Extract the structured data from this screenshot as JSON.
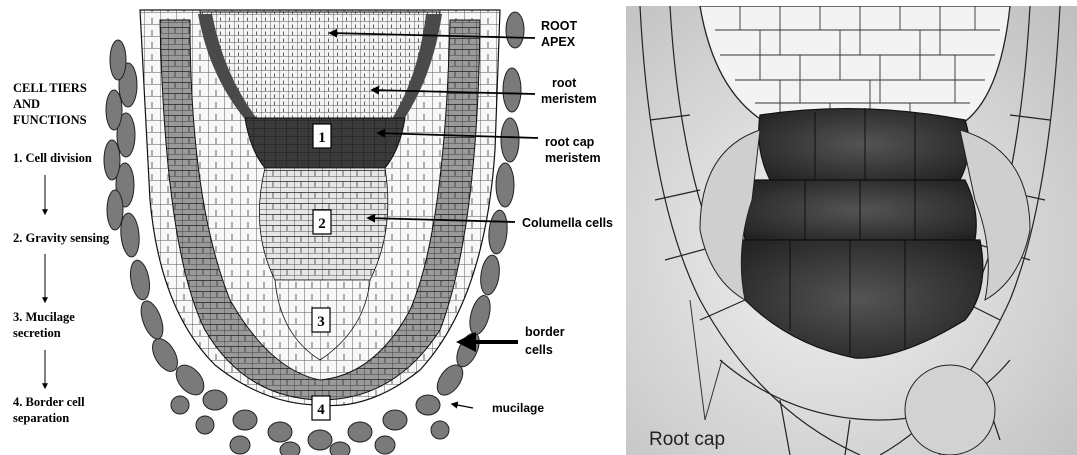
{
  "left_panel": {
    "heading_lines": [
      "CELL TIERS",
      "AND",
      "FUNCTIONS"
    ],
    "functions": [
      {
        "lines": [
          "1. Cell division"
        ]
      },
      {
        "lines": [
          "2. Gravity sensing"
        ]
      },
      {
        "lines": [
          "3. Mucilage",
          "secretion"
        ]
      },
      {
        "lines": [
          "4. Border cell",
          "separation"
        ]
      }
    ],
    "tier_numbers": [
      "1",
      "2",
      "3",
      "4"
    ],
    "labels": {
      "root_apex": [
        "ROOT",
        "APEX"
      ],
      "root_meristem": [
        "root",
        "meristem"
      ],
      "root_cap_meristem": [
        "root cap",
        "meristem"
      ],
      "columella_cells": "Columella cells",
      "border_cells": [
        "border",
        "cells"
      ],
      "mucilage": "mucilage"
    }
  },
  "right_panel": {
    "root_cap_label": "Root cap"
  },
  "colors": {
    "dark_tier": "#3a3a3a",
    "mid_tier": "#8c8c8c",
    "light_cells": "#dcdcdc",
    "border_cell_fill": "#7a7a7a",
    "micrograph_dark": "#2b2b2b",
    "micrograph_light": "#d8d8d8"
  }
}
